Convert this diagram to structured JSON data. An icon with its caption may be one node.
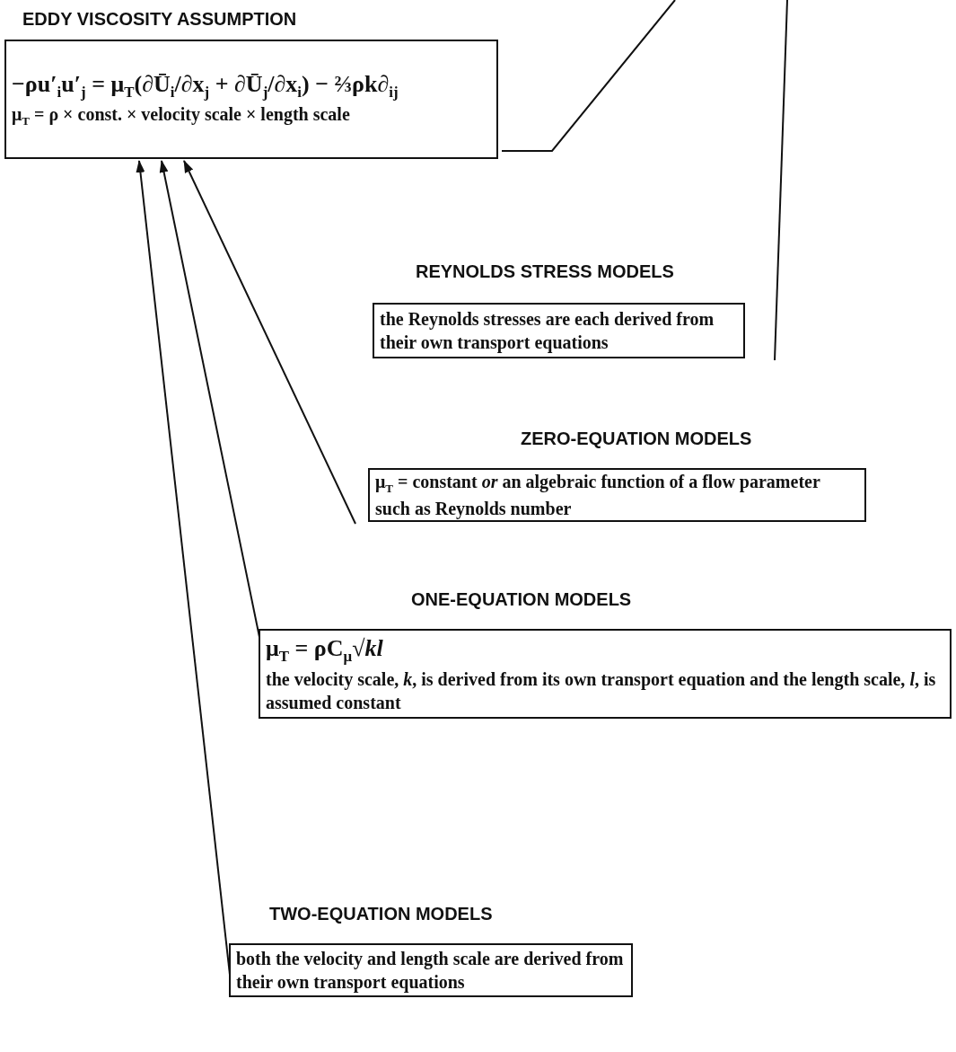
{
  "diagram": {
    "nodes": [
      {
        "text": [
          "EDDY VISCOSITY ASSUMPTION",
          "−ρu′$_{i}$u′$_{j}$ = μ$_{T}$(∂Ū$_{i}$/∂x$_{j}$ + ∂Ū$_{j}$/∂x$_{i}$) − ⅔ρk∂$_{ij}$",
          "μ$_{T}$ = ρ × const. × velocity scale × length scale"
        ]
      },
      {
        "text": [
          "REYNOLDS STRESS MODELS",
          "the Reynolds stresses are each derived from their own transport equations"
        ]
      },
      {
        "text": [
          "ZERO-EQUATION MODELS",
          "μ$_{T}$ =  constant *or* an algebraic function of a flow parameter such as Reynolds number"
        ]
      },
      {
        "text": [
          "ONE-EQUATION MODELS",
          "μ$_{T}$ = ρC$_{μ}$√*kl*",
          "the velocity scale, *k*, is derived from its own transport equation and the length scale, *l*, is assumed constant"
        ]
      },
      {
        "text": [
          "TWO-EQUATION MODELS",
          "both the velocity and length scale are derived from their own transport equations"
        ]
      }
    ],
    "edges": [
      {
        "from": 2,
        "to": 0,
        "arrow": "to"
      },
      {
        "from": 3,
        "to": 0,
        "arrow": "to"
      },
      {
        "from": 4,
        "to": 0,
        "arrow": "to"
      },
      {
        "from": 0,
        "to": null,
        "arrow": "none"
      },
      {
        "from": 1,
        "to": null,
        "arrow": "none"
      }
    ]
  }
}
